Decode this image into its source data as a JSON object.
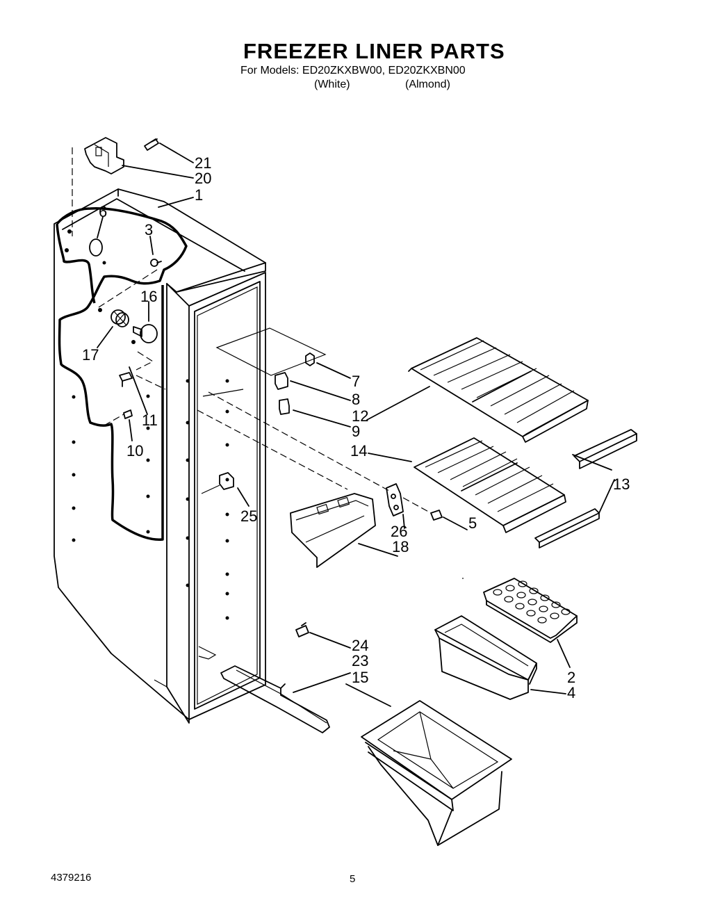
{
  "header": {
    "title": "FREEZER LINER PARTS",
    "models_line": "For Models: ED20ZKXBW00, ED20ZKXBN00",
    "variant_white": "(White)",
    "variant_almond": "(Almond)"
  },
  "callouts": {
    "c1": "1",
    "c2": "2",
    "c3": "3",
    "c4": "4",
    "c5": "5",
    "c6": "6",
    "c7": "7",
    "c8": "8",
    "c9": "9",
    "c10": "10",
    "c11": "11",
    "c12": "12",
    "c13": "13",
    "c14": "14",
    "c15": "15",
    "c16": "16",
    "c17": "17",
    "c18": "18",
    "c20": "20",
    "c21": "21",
    "c23": "23",
    "c24": "24",
    "c25": "25",
    "c26": "26"
  },
  "footer": {
    "doc_number": "4379216",
    "page": "5"
  }
}
